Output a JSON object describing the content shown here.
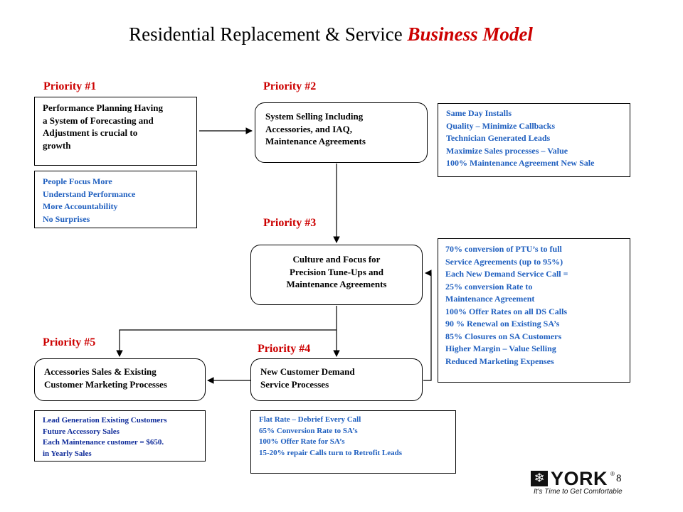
{
  "title": {
    "main": "Residential Replacement & Service",
    "emphasis": "Business Model"
  },
  "priorities": {
    "p1": "Priority #1",
    "p2": "Priority #2",
    "p3": "Priority #3",
    "p4": "Priority #4",
    "p5": "Priority #5"
  },
  "boxes": {
    "performance": [
      "Performance Planning Having",
      "a System of Forecasting and",
      "Adjustment is crucial to",
      "growth"
    ],
    "people": [
      "People Focus More",
      "Understand Performance",
      "More Accountability",
      "No Surprises"
    ],
    "system_selling": [
      "System Selling Including",
      "Accessories, and IAQ,",
      "Maintenance Agreements"
    ],
    "same_day": [
      "Same Day Installs",
      "Quality – Minimize Callbacks",
      "Technician Generated Leads",
      "Maximize Sales processes – Value",
      "100% Maintenance Agreement New Sale"
    ],
    "culture": [
      "Culture and Focus for",
      "Precision Tune-Ups and",
      "Maintenance Agreements"
    ],
    "conversion": [
      "70% conversion of PTU’s to full",
      "Service Agreements (up to 95%)",
      "Each New Demand Service Call =",
      "25% conversion Rate to",
      "Maintenance Agreement",
      "100% Offer Rates on all DS Calls",
      "90 % Renewal on Existing SA’s",
      "85% Closures on SA Customers",
      "Higher Margin – Value Selling",
      "Reduced Marketing Expenses"
    ],
    "accessories": [
      "Accessories Sales & Existing",
      "Customer Marketing Processes"
    ],
    "new_customer": [
      "New Customer Demand",
      "Service Processes"
    ],
    "lead_gen": [
      "Lead Generation Existing Customers",
      "Future Accessory Sales",
      "Each Maintenance  customer = $650.",
      "in Yearly Sales"
    ],
    "flat_rate": [
      "Flat Rate – Debrief Every Call",
      "65% Conversion Rate to SA’s",
      "100% Offer Rate for SA’s",
      "15-20% repair Calls turn to Retrofit Leads"
    ]
  },
  "footer": {
    "page_number": "8",
    "logo_word": "YORK",
    "logo_reg": "®",
    "logo_tagline": "It's Time to Get Comfortable"
  },
  "colors": {
    "priority": "#cc0000",
    "accent_text": "#1f5fbf",
    "lead_text": "#0d2a99"
  }
}
